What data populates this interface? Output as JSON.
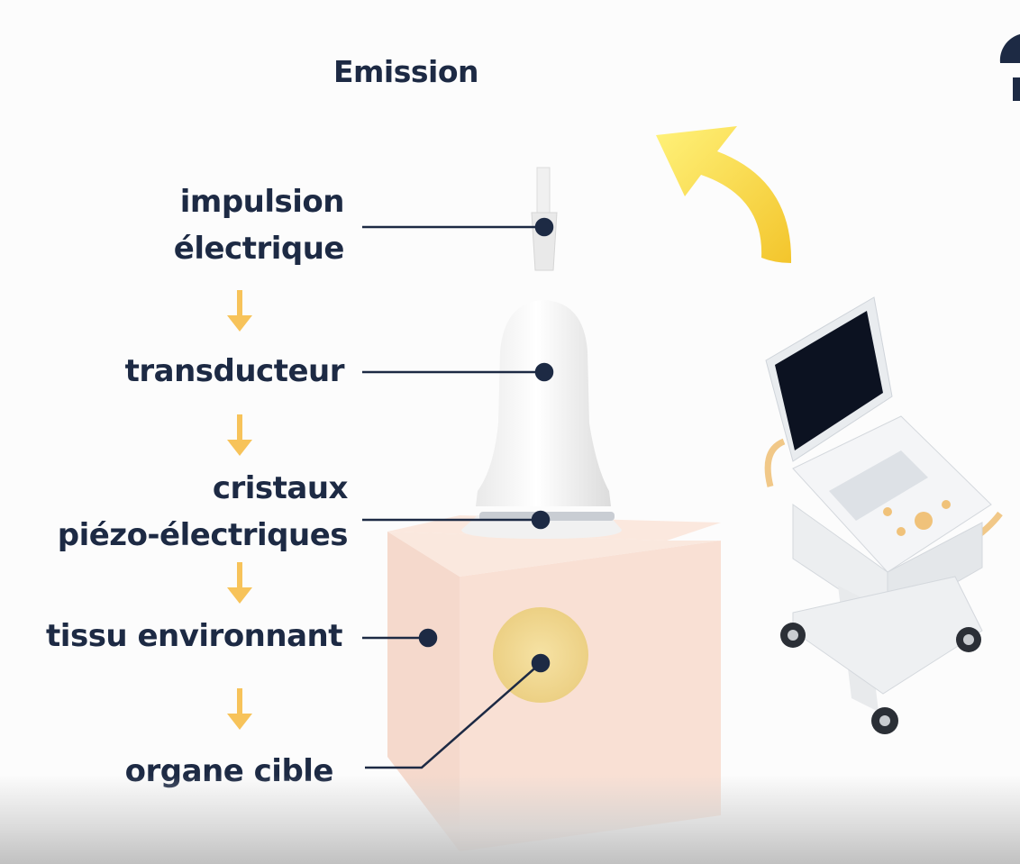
{
  "title": "Emission",
  "steps": [
    {
      "line1": "impulsion",
      "line2": "électrique"
    },
    {
      "line1": "transducteur"
    },
    {
      "line1": "cristaux",
      "line2": "piézo-électriques"
    },
    {
      "line1": "tissu environnant"
    },
    {
      "line1": "organe cible"
    }
  ],
  "colors": {
    "text": "#1d2a44",
    "arrow": "#f7c35a",
    "tissue": "#f8ddd0",
    "organ": "#f3dc9a",
    "curved_arrow": "#f6d64a"
  }
}
